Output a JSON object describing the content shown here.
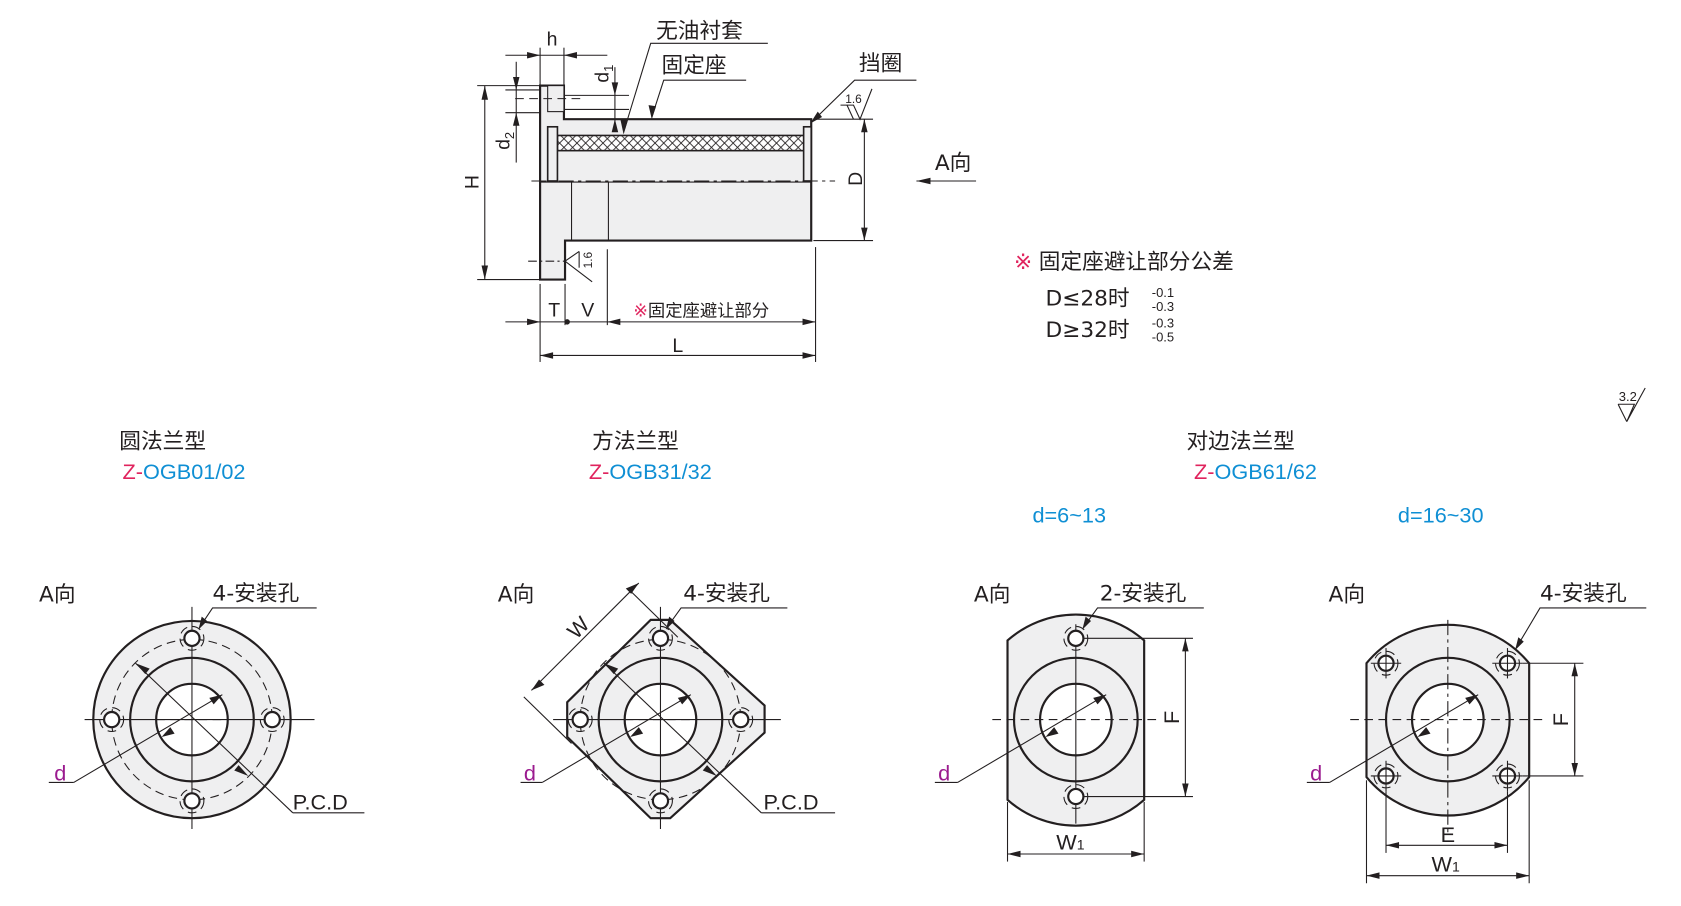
{
  "side_view": {
    "labels": {
      "h": "h",
      "d1": "d",
      "d1_sub": "1",
      "d2": "d",
      "d2_sub": "2",
      "H": "H",
      "D": "D",
      "T": "T",
      "V": "V",
      "L": "L",
      "oilless_bushing": "无油衬套",
      "fixing_seat": "固定座",
      "retaining_ring": "挡圈",
      "view_a": "A向",
      "relief_mark": "※",
      "relief_label": "固定座避让部分"
    },
    "roughness_top": "1.6",
    "roughness_flange": "1.6"
  },
  "tolerance_note": {
    "mark": "※",
    "title": "固定座避让部分公差",
    "rows": [
      {
        "condition": "D≤28时",
        "upper": "-0.1",
        "lower": "-0.3"
      },
      {
        "condition": "D≥32时",
        "upper": "-0.3",
        "lower": "-0.5"
      }
    ]
  },
  "general_roughness": "3.2",
  "variants": [
    {
      "title": "圆法兰型",
      "code_prefix": "Z-",
      "code": "OGB01/02",
      "view": "A向",
      "holes": "4-安装孔",
      "d": "d",
      "pcd": "P.C.D"
    },
    {
      "title": "方法兰型",
      "code_prefix": "Z-",
      "code": "OGB31/32",
      "view": "A向",
      "holes": "4-安装孔",
      "d": "d",
      "pcd": "P.C.D",
      "w": "W"
    },
    {
      "title": "对边法兰型",
      "code_prefix": "Z-",
      "code": "OGB61/62",
      "subvariants": [
        {
          "range": "d=6~13",
          "view": "A向",
          "holes": "2-安装孔",
          "d": "d",
          "f": "F",
          "w1": "W",
          "w1_sub": "1"
        },
        {
          "range": "d=16~30",
          "view": "A向",
          "holes": "4-安装孔",
          "d": "d",
          "f": "F",
          "e": "E",
          "w1": "W",
          "w1_sub": "1"
        }
      ]
    }
  ],
  "colors": {
    "line": "#231f20",
    "part_fill": "#efeff0",
    "note_red": "#e0245e",
    "code_blue": "#0f8fd4",
    "d_purple": "#9b1b8f"
  }
}
